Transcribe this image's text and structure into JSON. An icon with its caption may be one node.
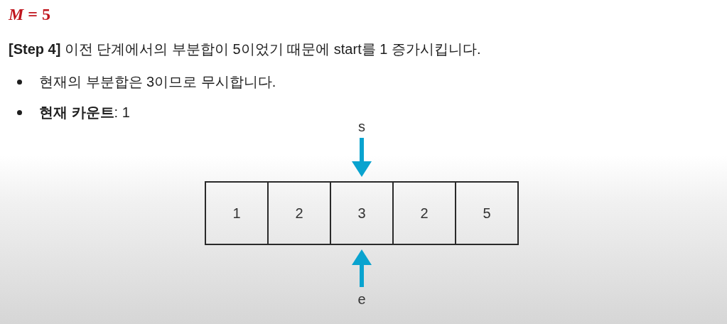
{
  "diagram": {
    "title": "*M* = 5",
    "nodes": [
      {
        "text": [
          "s"
        ]
      },
      {
        "text": [
          "1"
        ]
      },
      {
        "text": [
          "2"
        ]
      },
      {
        "text": [
          "3"
        ]
      },
      {
        "text": [
          "2"
        ]
      },
      {
        "text": [
          "5"
        ]
      },
      {
        "text": [
          "e"
        ]
      }
    ],
    "edges": [
      {
        "from": 0,
        "to": 3,
        "arrow": "to"
      },
      {
        "from": 6,
        "to": 3,
        "arrow": "to"
      }
    ],
    "labels": [
      "**[Step 4]** 이전 단계에서의 부분합이 5이었기 때문에 start를 1 증가시킵니다.",
      "현재의 부분합은 3이므로 무시합니다.",
      "**현재 카운트**: 1"
    ]
  }
}
